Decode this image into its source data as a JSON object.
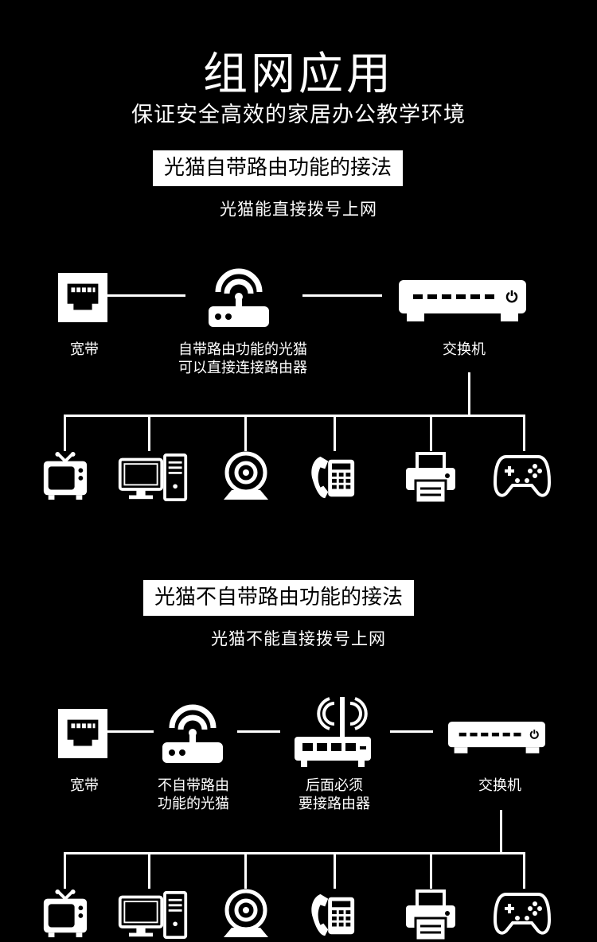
{
  "header": {
    "title": "组网应用",
    "subtitle": "保证安全高效的家居办公教学环境"
  },
  "sections": [
    {
      "heading": "光猫自带路由功能的接法",
      "note": "光猫能直接拨号上网",
      "devices": {
        "broadband": "宽带",
        "modem_line1": "自带路由功能的光猫",
        "modem_line2": "可以直接连接路由器",
        "switch": "交换机"
      }
    },
    {
      "heading": "光猫不自带路由功能的接法",
      "note": "光猫不能直接拨号上网",
      "devices": {
        "broadband": "宽带",
        "modem_line1": "不自带路由",
        "modem_line2": "功能的光猫",
        "router_line1": "后面必须",
        "router_line2": "要接路由器",
        "switch": "交换机"
      }
    }
  ],
  "endpoint_icons": [
    "tv-icon",
    "desktop-computer-icon",
    "webcam-icon",
    "telephone-icon",
    "printer-icon",
    "gamepad-icon"
  ]
}
